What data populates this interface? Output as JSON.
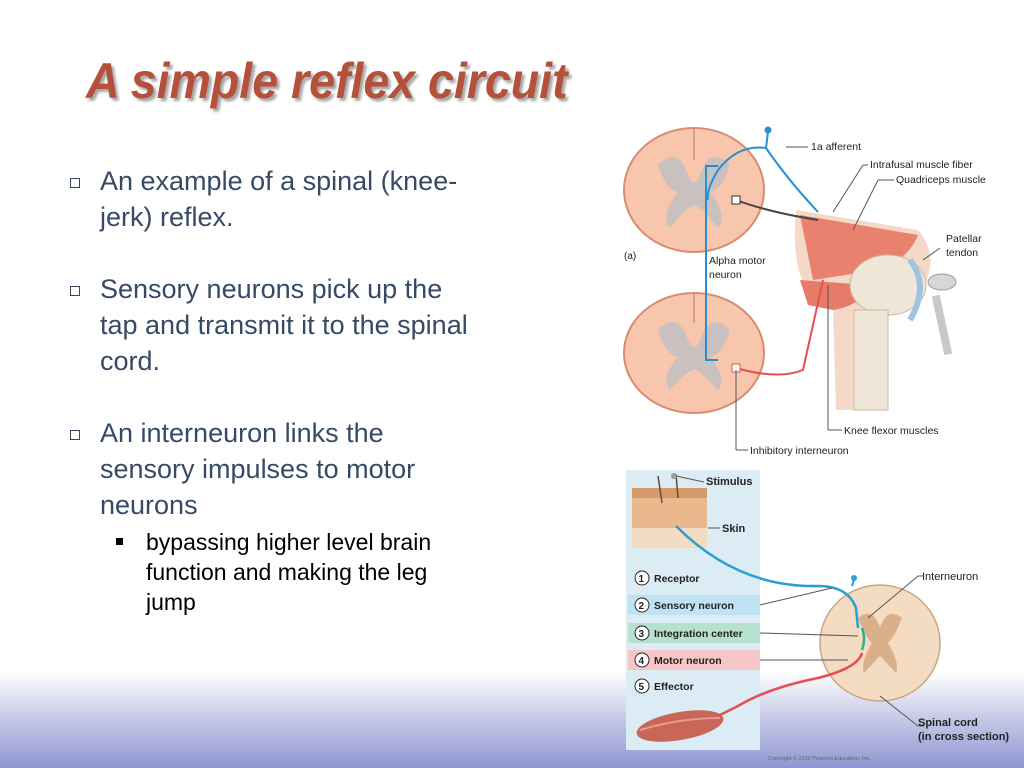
{
  "slide": {
    "title": "A simple reflex circuit",
    "bullets": [
      "An example of a spinal (knee-jerk) reflex.",
      "Sensory neurons pick up the tap and transmit it to the spinal cord.",
      "An interneuron links the sensory impulses to motor neurons"
    ],
    "sub_bullet": "bypassing higher level brain function and making the leg jump"
  },
  "figure_a": {
    "panel_label": "(a)",
    "labels": {
      "afferent": "1a afferent",
      "intrafusal": "Intrafusal muscle fiber",
      "quadriceps": "Quadriceps muscle",
      "patellar_1": "Patellar",
      "patellar_2": "tendon",
      "alpha_1": "Alpha motor",
      "alpha_2": "neuron",
      "flexor": "Knee flexor muscles",
      "inhibitory": "Inhibitory interneuron"
    }
  },
  "figure_b": {
    "stimulus": "Stimulus",
    "skin": "Skin",
    "interneuron": "Interneuron",
    "steps": [
      {
        "num": "1",
        "label": "Receptor"
      },
      {
        "num": "2",
        "label": "Sensory neuron"
      },
      {
        "num": "3",
        "label": "Integration center"
      },
      {
        "num": "4",
        "label": "Motor neuron"
      },
      {
        "num": "5",
        "label": "Effector"
      }
    ],
    "spinal_1": "Spinal cord",
    "spinal_2": "(in cross section)",
    "copyright": "Copyright © 2010 Pearson Education, Inc."
  },
  "colors": {
    "title": "#b5503a",
    "bullet_text": "#364a66",
    "sensory": "#2a9fd6",
    "motor": "#e45050"
  }
}
